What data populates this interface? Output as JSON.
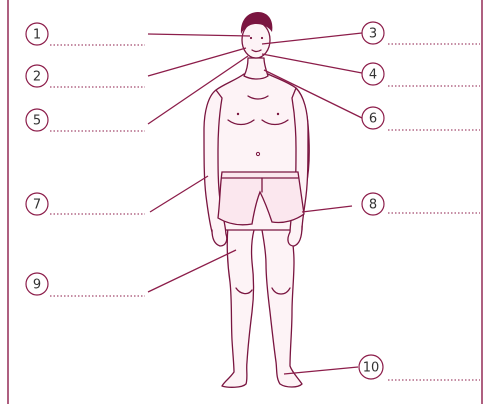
{
  "diagram": {
    "labels": [
      {
        "id": 1,
        "text": "1"
      },
      {
        "id": 2,
        "text": "2"
      },
      {
        "id": 3,
        "text": "3"
      },
      {
        "id": 4,
        "text": "4"
      },
      {
        "id": 5,
        "text": "5"
      },
      {
        "id": 6,
        "text": "6"
      },
      {
        "id": 7,
        "text": "7"
      },
      {
        "id": 8,
        "text": "8"
      },
      {
        "id": 9,
        "text": "9"
      },
      {
        "id": 10,
        "text": "10"
      }
    ]
  },
  "colors": {
    "line": "#8c1d4a",
    "figure": "#7a1540"
  }
}
